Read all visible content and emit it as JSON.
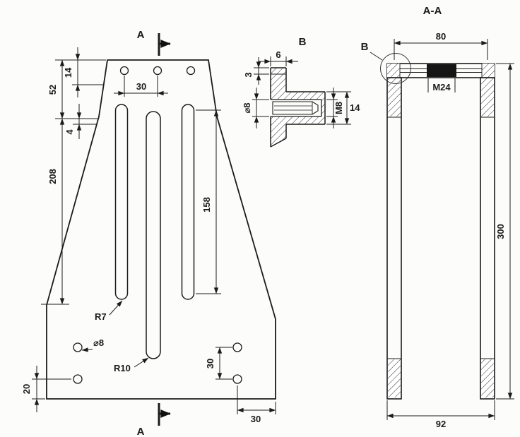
{
  "colors": {
    "background": "#fcfcfa",
    "part_fill": "#eae5da",
    "line": "#1b1b1b"
  },
  "front_view": {
    "section_label_top": "A",
    "section_label_bottom": "A",
    "hole_spacing": "30",
    "top_edge_to_holes": "14",
    "head_height": "52",
    "body_height": "208",
    "slot_top_offset": "4",
    "slot_length": "158",
    "slot_end_radius": "R7",
    "center_slot_radius": "R10",
    "hole_diameter": "⌀8",
    "side_hole_spacing": "30",
    "side_hole_to_edge": "30",
    "bottom_hole_height": "20"
  },
  "detail_b": {
    "label": "B",
    "plate_thickness": "6",
    "step": "3",
    "bore_diameter": "⌀8",
    "thread": "M8",
    "boss_width": "14"
  },
  "section_aa": {
    "title": "A-A",
    "detail_label": "B",
    "top_width": "80",
    "thread": "M24",
    "height": "300",
    "bottom_width": "92"
  }
}
